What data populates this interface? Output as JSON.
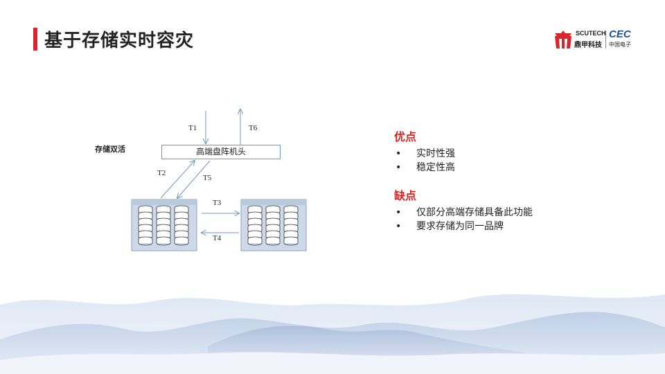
{
  "header": {
    "title": "基于存储实时容灾",
    "logo": {
      "brand_en": "SCUTECH",
      "brand_cn": "鼎甲科技",
      "partner_en": "CEC",
      "partner_cn": "中国电子",
      "mark_icon": "scutech-logo-icon"
    }
  },
  "diagram": {
    "side_label": "存储双活",
    "head_box": "高端盘阵机头",
    "arrows": {
      "t1": "T1",
      "t2": "T2",
      "t3": "T3",
      "t4": "T4",
      "t5": "T5",
      "t6": "T6"
    },
    "storage_icon": "disk-array-icon"
  },
  "pros": {
    "title": "优点",
    "items": [
      "实时性强",
      "稳定性高"
    ]
  },
  "cons": {
    "title": "缺点",
    "items": [
      "仅部分高端存储具备此功能",
      "要求存储为同一品牌"
    ]
  },
  "colors": {
    "accent_red": "#d9262c",
    "cec_blue": "#1f4e9d",
    "line_blue": "#6f95c4"
  }
}
